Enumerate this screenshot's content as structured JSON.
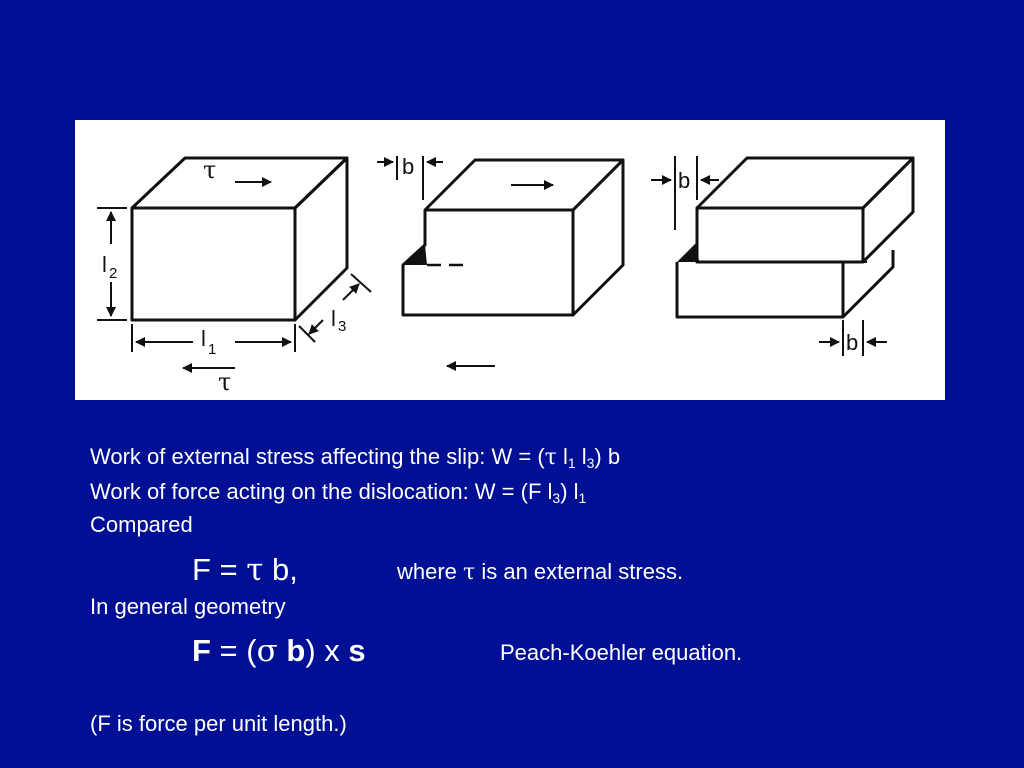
{
  "figure": {
    "tau_top": "τ",
    "tau_bottom": "τ",
    "l1": "l",
    "l1_sub": "1",
    "l2": "l",
    "l2_sub": "2",
    "l3": "l",
    "l3_sub": "3",
    "b_top_middle": "b",
    "b_top_right": "b",
    "b_bottom_right": "b"
  },
  "text": {
    "line1_prefix": "Work of external stress affecting the slip:  W = (",
    "line1_tau": "τ",
    "line1_l1": " l",
    "line1_l1_sub": "1",
    "line1_l3": " l",
    "line1_l3_sub": "3",
    "line1_suffix": ") b",
    "line2_prefix": "Work of force acting on the dislocation:   W = (F l",
    "line2_sub3": "3",
    "line2_mid": ") l",
    "line2_sub1": "1",
    "line3": "Compared",
    "eq1_F": "F = ",
    "eq1_tau": "τ",
    "eq1_rest": " b,",
    "eq1_note_prefix": "where ",
    "eq1_note_tau": "τ",
    "eq1_note_suffix": "  is an external stress.",
    "line5": "In general geometry",
    "eq2_F": "F",
    "eq2_open": " = (",
    "eq2_sigma": "σ",
    "eq2_b": " b",
    "eq2_close": ") x ",
    "eq2_s": "s",
    "eq2_note": "Peach-Koehler equation.",
    "line7": "(F is force per unit length.)"
  }
}
